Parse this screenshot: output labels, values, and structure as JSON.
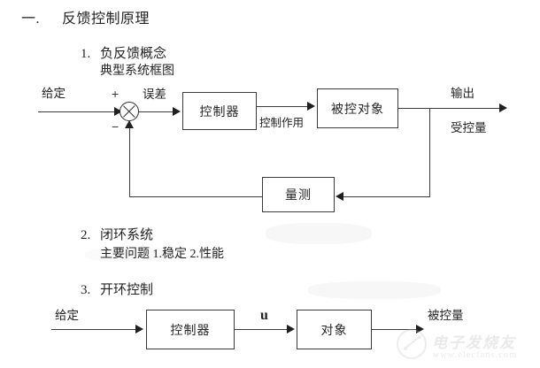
{
  "document": {
    "heading_number": "一.",
    "heading_title": "反馈控制原理"
  },
  "sections": [
    {
      "number": "1.",
      "title": "负反馈概念",
      "subtitle": "典型系统框图"
    },
    {
      "number": "2.",
      "title": "闭环系统",
      "subtitle": "主要问题 1.稳定 2.性能"
    },
    {
      "number": "3.",
      "title": "开环控制",
      "subtitle": ""
    }
  ],
  "closed_loop_diagram": {
    "input_label": "给定",
    "plus_sign": "+",
    "minus_sign": "−",
    "error_label": "误差",
    "controller_block": "控制器",
    "control_action_label": "控制作用",
    "plant_block": "被控对象",
    "output_label_top": "输出",
    "output_label_bottom": "受控量",
    "measurement_block": "量测"
  },
  "open_loop_diagram": {
    "input_label": "给定",
    "controller_block": "控制器",
    "signal_label": "u",
    "plant_block": "对象",
    "output_label": "被控量"
  },
  "watermark": {
    "brand": "电子发烧友",
    "url": "www.elecfans.com"
  },
  "colors": {
    "ink": "#232323",
    "line": "#3c3c3c",
    "paper": "#ffffff",
    "watermark": "#b9b9b9"
  }
}
